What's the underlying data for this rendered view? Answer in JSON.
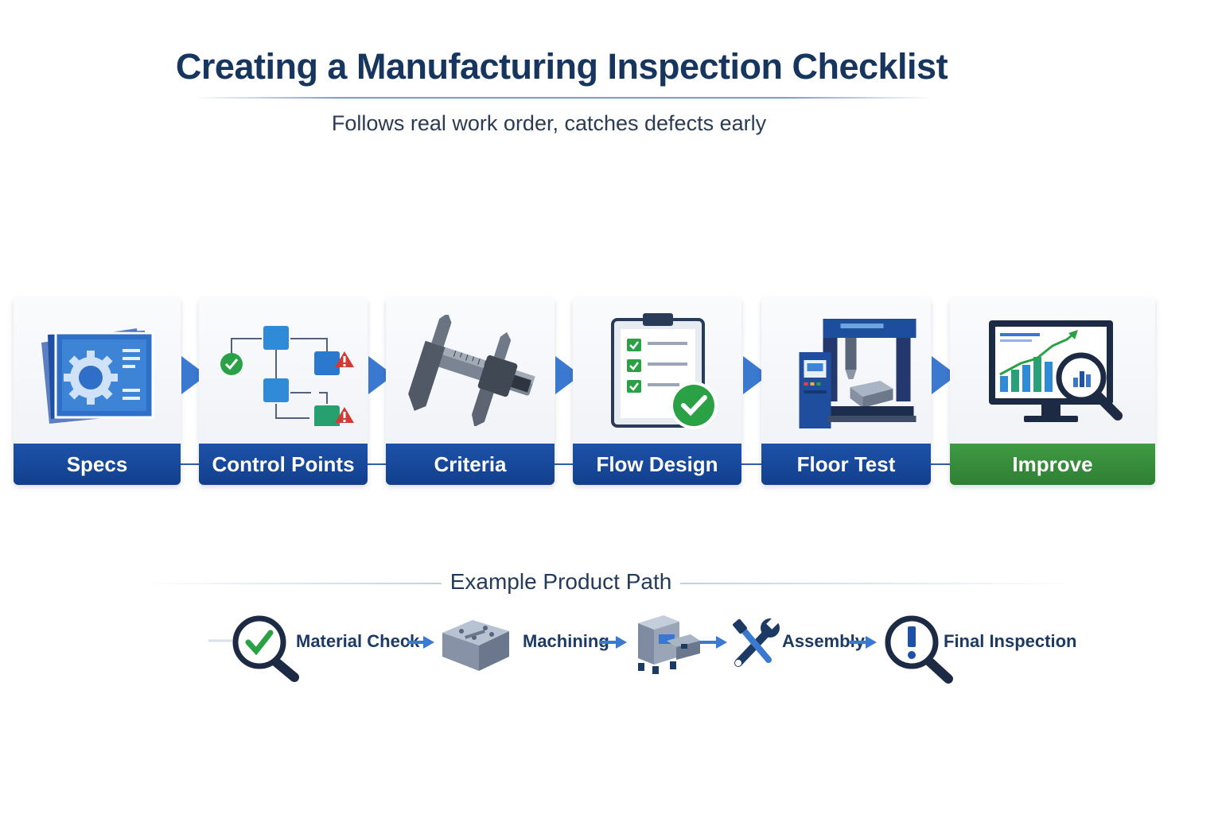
{
  "header": {
    "title": "Creating a Manufacturing Inspection Checklist",
    "subtitle": "Follows real work order, catches defects early"
  },
  "steps": [
    {
      "label": "Specs",
      "icon": "spec-document-gear-icon"
    },
    {
      "label": "Control Points",
      "icon": "flowchart-control-points-icon"
    },
    {
      "label": "Criteria",
      "icon": "caliper-icon"
    },
    {
      "label": "Flow Design",
      "icon": "clipboard-checklist-icon"
    },
    {
      "label": "Floor Test",
      "icon": "cnc-machine-icon"
    },
    {
      "label": "Improve",
      "icon": "monitor-chart-magnifier-icon"
    }
  ],
  "path": {
    "heading": "Example Product Path",
    "items": [
      {
        "label": "Material Check",
        "icon": "magnifier-check-icon"
      },
      {
        "label": "Machining",
        "icon": "metal-block-icon"
      },
      {
        "label": "",
        "icon": "machine-unit-icon"
      },
      {
        "label": "Assembly",
        "icon": "wrench-screwdriver-icon"
      },
      {
        "label": "Final Inspection",
        "icon": "magnifier-exclamation-icon"
      }
    ]
  },
  "colors": {
    "navy": "#17365f",
    "blue": "#1d52a8",
    "green": "#3f9a43",
    "warn": "#d23a33"
  }
}
